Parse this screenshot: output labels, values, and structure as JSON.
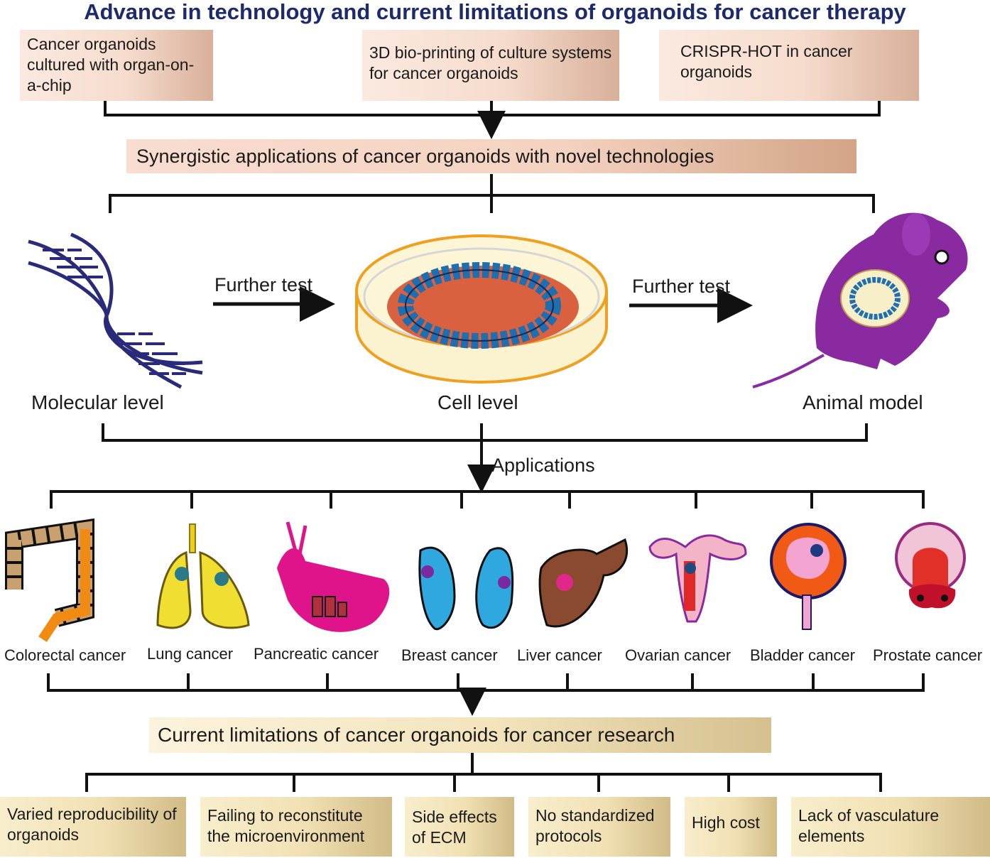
{
  "title": "Advance in technology and current limitations of organoids for cancer therapy",
  "top_boxes": [
    "Cancer organoids cultured with organ-on-a-chip",
    "3D bio-printing of culture systems for cancer organoids",
    "CRISPR-HOT in cancer organoids"
  ],
  "synergy_box": "Synergistic applications of cancer organoids with novel technologies",
  "levels": {
    "molecular": "Molecular level",
    "cell": "Cell level",
    "animal": "Animal model"
  },
  "arrow_labels": {
    "further_test_1": "Further test",
    "further_test_2": "Further test",
    "applications": "Applications"
  },
  "cancers": [
    "Colorectal cancer",
    "Lung cancer",
    "Pancreatic cancer",
    "Breast cancer",
    "Liver cancer",
    "Ovarian cancer",
    "Bladder cancer",
    "Prostate cancer"
  ],
  "limitations_box": "Current limitations of cancer organoids for cancer research",
  "limitations": [
    "Varied reproducibility of organoids",
    "Failing to reconstitute the microenvironment",
    "Side effects of ECM",
    "No standardized protocols",
    "High cost",
    "Lack of vasculature elements"
  ],
  "colors": {
    "title": "#1d2a6b",
    "dna": "#2a2a7a",
    "dish_rim": "#f0a020",
    "organoid": "#1f6fb0",
    "mouse": "#8a2aa0"
  }
}
